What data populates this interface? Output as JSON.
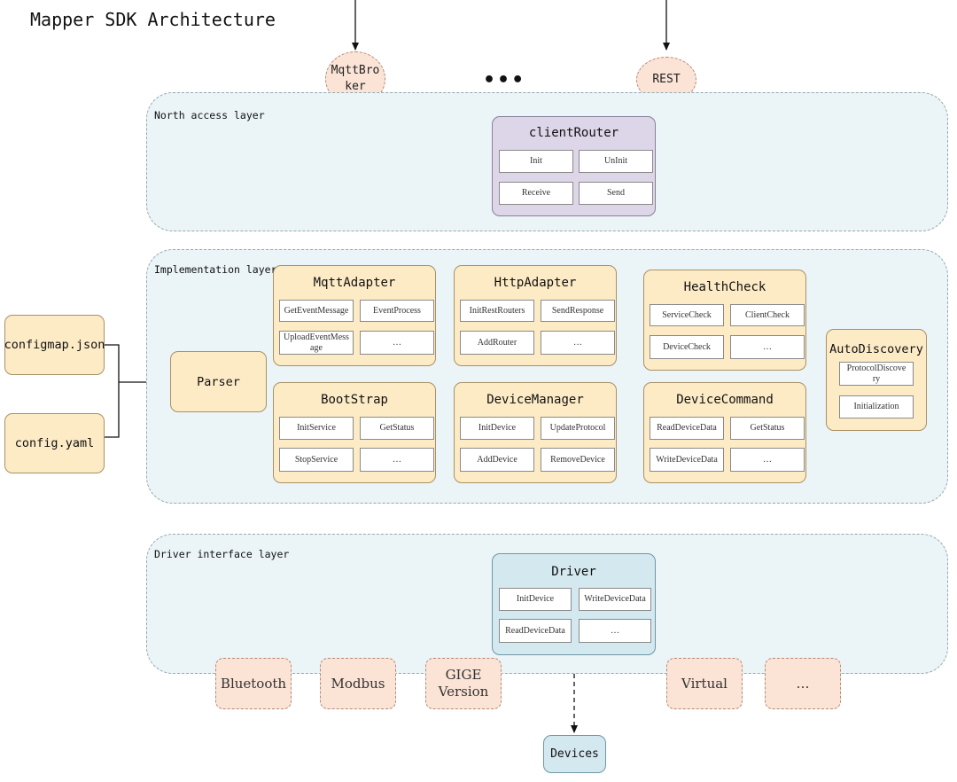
{
  "title": "Mapper SDK Architecture",
  "top_inputs": {
    "mqtt": "MqttBro\nker",
    "ellipsis": "•••",
    "rest": "REST"
  },
  "north_layer": {
    "label": "North access layer",
    "client_router": {
      "title": "clientRouter",
      "items": [
        "Init",
        "UnInit",
        "Receive",
        "Send"
      ]
    }
  },
  "impl_layer": {
    "label": "Implementation layer",
    "parser": "Parser",
    "mqtt_adapter": {
      "title": "MqttAdapter",
      "items": [
        "GetEventMessage",
        "EventProcess",
        "UploadEventMess\nage",
        "…"
      ]
    },
    "http_adapter": {
      "title": "HttpAdapter",
      "items": [
        "InitRestRouters",
        "SendResponse",
        "AddRouter",
        "…"
      ]
    },
    "health_check": {
      "title": "HealthCheck",
      "items": [
        "ServiceCheck",
        "ClientCheck",
        "DeviceCheck",
        "…"
      ]
    },
    "boot_strap": {
      "title": "BootStrap",
      "items": [
        "InitService",
        "GetStatus",
        "StopService",
        "…"
      ]
    },
    "device_manager": {
      "title": "DeviceManager",
      "items": [
        "InitDevice",
        "UpdateProtocol",
        "AddDevice",
        "RemoveDevice"
      ]
    },
    "device_command": {
      "title": "DeviceCommand",
      "items": [
        "ReadDeviceData",
        "GetStatus",
        "WriteDeviceData",
        "…"
      ]
    },
    "auto_discovery": {
      "title": "AutoDiscovery",
      "items": [
        "ProtocolDiscove\nry",
        "Initialization"
      ]
    }
  },
  "config_files": [
    "configmap.json",
    "config.yaml"
  ],
  "driver_layer": {
    "label": "Driver interface layer",
    "driver": {
      "title": "Driver",
      "items": [
        "InitDevice",
        "WriteDeviceData",
        "ReadDeviceData",
        "…"
      ]
    },
    "protocols": [
      "Bluetooth",
      "Modbus",
      "GIGE\nVersion",
      "Virtual",
      "…"
    ]
  },
  "devices": "Devices"
}
